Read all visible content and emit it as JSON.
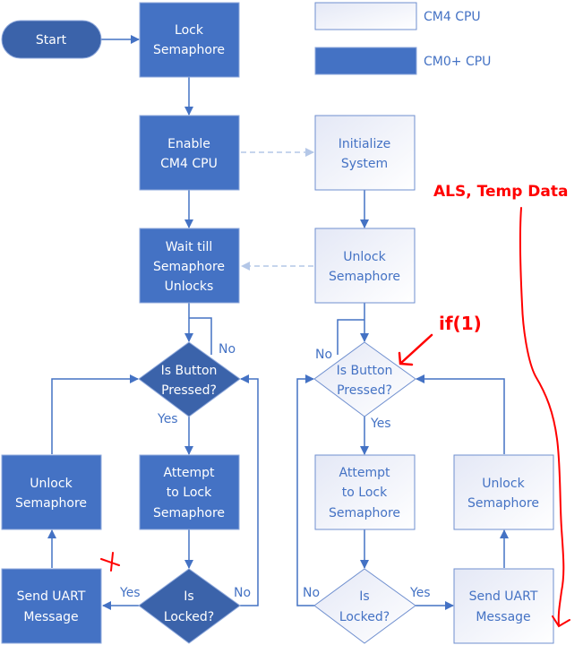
{
  "legend": {
    "cm4_label": "CM4 CPU",
    "cm0_label": "CM0+ CPU"
  },
  "colors": {
    "cm0_fill": "#4472c4",
    "cm0_decision_fill": "#3b63aa",
    "cm4_fill": "#eef0fa",
    "connector": "#4472c4",
    "dashed_connector": "#b4c7e7",
    "annotation": "#ff0000"
  },
  "cm0": {
    "start": "Start",
    "lock": [
      "Lock",
      "Semaphore"
    ],
    "enable": [
      "Enable",
      "CM4 CPU"
    ],
    "wait": [
      "Wait till",
      "Semaphore",
      "Unlocks"
    ],
    "button": [
      "Is Button",
      "Pressed?"
    ],
    "attempt": [
      "Attempt",
      "to Lock",
      "Semaphore"
    ],
    "locked": [
      "Is",
      "Locked?"
    ],
    "send": [
      "Send UART",
      "Message"
    ],
    "unlock": [
      "Unlock",
      "Semaphore"
    ],
    "button_no": "No",
    "button_yes": "Yes",
    "locked_yes": "Yes",
    "locked_no": "No"
  },
  "cm4": {
    "init": [
      "Initialize",
      "System"
    ],
    "unlock_first": [
      "Unlock",
      "Semaphore"
    ],
    "button": [
      "Is Button",
      "Pressed?"
    ],
    "attempt": [
      "Attempt",
      "to Lock",
      "Semaphore"
    ],
    "locked": [
      "Is",
      "Locked?"
    ],
    "send": [
      "Send UART",
      "Message"
    ],
    "unlock": [
      "Unlock",
      "Semaphore"
    ],
    "button_no": "No",
    "button_yes": "Yes",
    "locked_no": "No",
    "locked_yes": "Yes"
  },
  "annotations": {
    "if_label": "if(1)",
    "data_label": "ALS, Temp Data",
    "cross_mark": "x"
  }
}
